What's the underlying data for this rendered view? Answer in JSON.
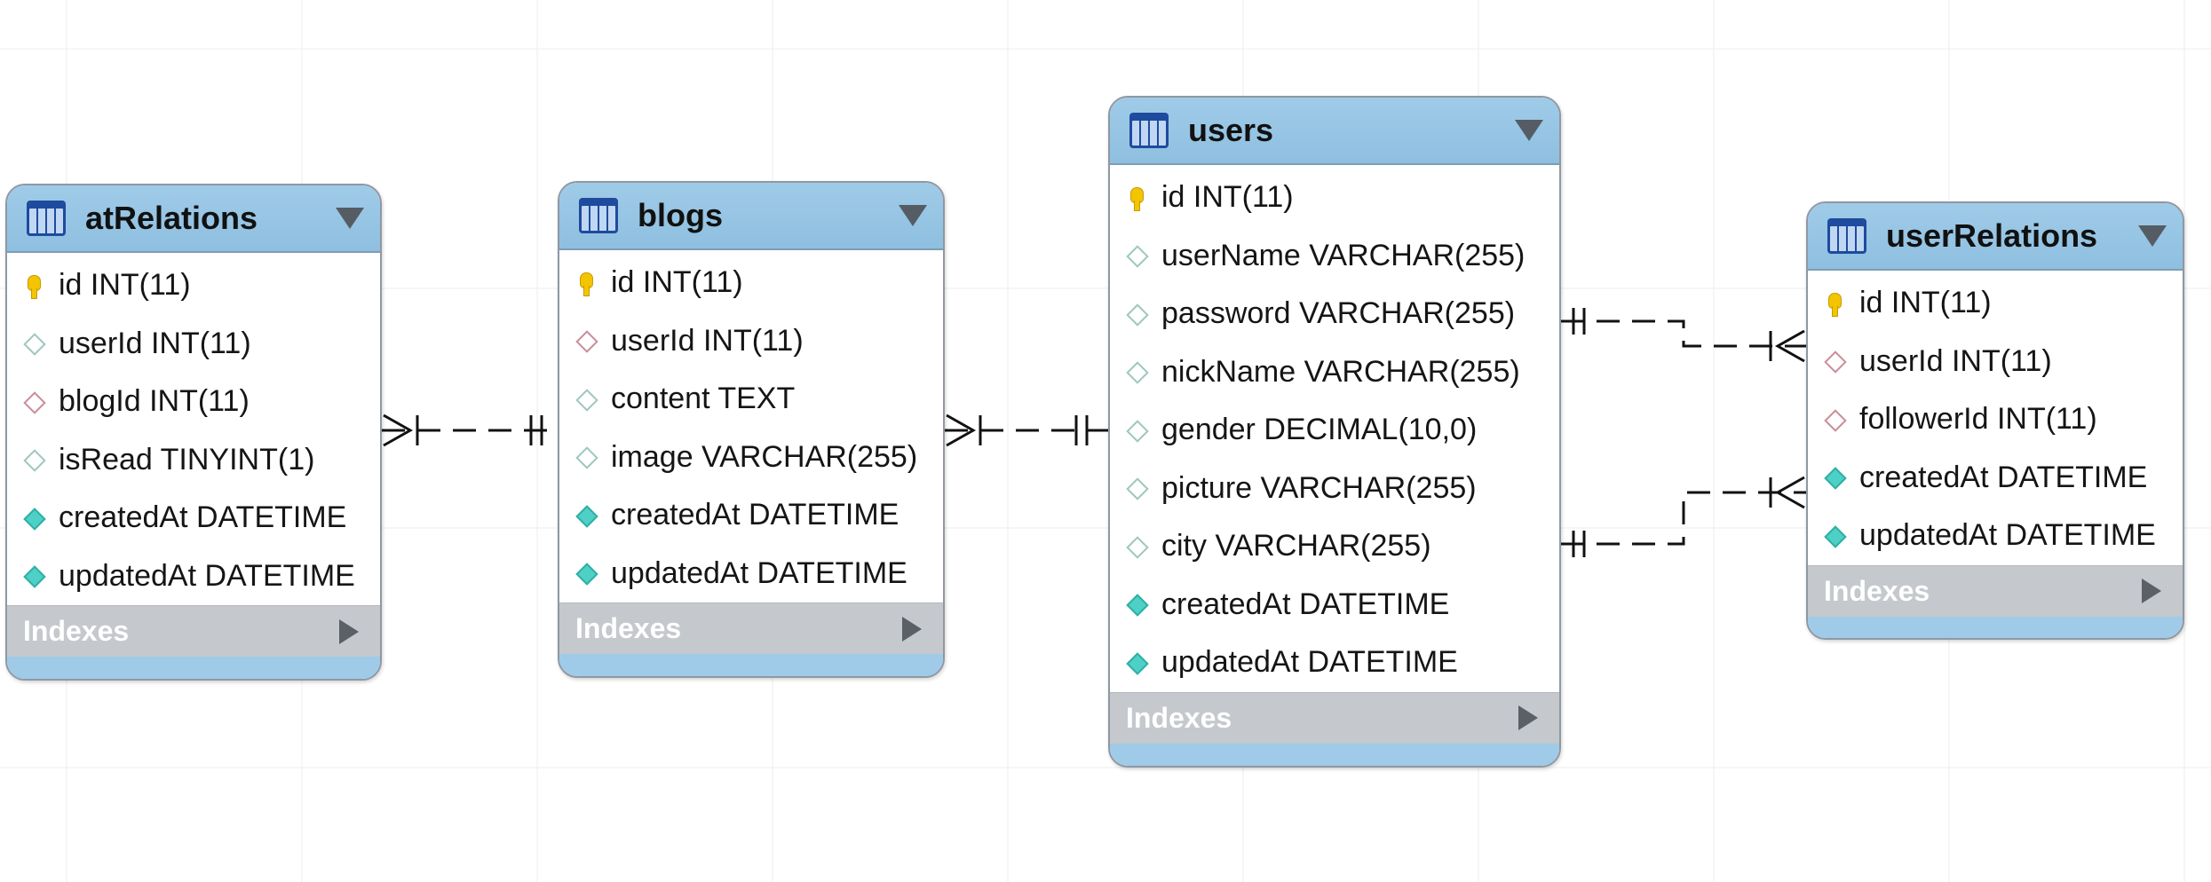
{
  "diagram": {
    "tables": [
      {
        "id": "atRelations",
        "name": "atRelations",
        "columns": [
          {
            "text": "id INT(11)",
            "icon": "primary-key-icon"
          },
          {
            "text": "userId INT(11)",
            "icon": "column-diamond-icon"
          },
          {
            "text": "blogId INT(11)",
            "icon": "foreign-key-diamond-icon"
          },
          {
            "text": "isRead TINYINT(1)",
            "icon": "column-diamond-icon"
          },
          {
            "text": "createdAt DATETIME",
            "icon": "filled-diamond-icon"
          },
          {
            "text": "updatedAt DATETIME",
            "icon": "filled-diamond-icon"
          }
        ],
        "indexes_label": "Indexes"
      },
      {
        "id": "blogs",
        "name": "blogs",
        "columns": [
          {
            "text": "id INT(11)",
            "icon": "primary-key-icon"
          },
          {
            "text": "userId INT(11)",
            "icon": "foreign-key-diamond-icon"
          },
          {
            "text": "content TEXT",
            "icon": "column-diamond-icon"
          },
          {
            "text": "image VARCHAR(255)",
            "icon": "column-diamond-icon"
          },
          {
            "text": "createdAt DATETIME",
            "icon": "filled-diamond-icon"
          },
          {
            "text": "updatedAt DATETIME",
            "icon": "filled-diamond-icon"
          }
        ],
        "indexes_label": "Indexes"
      },
      {
        "id": "users",
        "name": "users",
        "columns": [
          {
            "text": "id INT(11)",
            "icon": "primary-key-icon"
          },
          {
            "text": "userName VARCHAR(255)",
            "icon": "column-diamond-icon"
          },
          {
            "text": "password VARCHAR(255)",
            "icon": "column-diamond-icon"
          },
          {
            "text": "nickName VARCHAR(255)",
            "icon": "column-diamond-icon"
          },
          {
            "text": "gender DECIMAL(10,0)",
            "icon": "column-diamond-icon"
          },
          {
            "text": "picture VARCHAR(255)",
            "icon": "column-diamond-icon"
          },
          {
            "text": "city VARCHAR(255)",
            "icon": "column-diamond-icon"
          },
          {
            "text": "createdAt DATETIME",
            "icon": "filled-diamond-icon"
          },
          {
            "text": "updatedAt DATETIME",
            "icon": "filled-diamond-icon"
          }
        ],
        "indexes_label": "Indexes"
      },
      {
        "id": "userRelations",
        "name": "userRelations",
        "columns": [
          {
            "text": "id INT(11)",
            "icon": "primary-key-icon"
          },
          {
            "text": "userId INT(11)",
            "icon": "foreign-key-diamond-icon"
          },
          {
            "text": "followerId INT(11)",
            "icon": "foreign-key-diamond-icon"
          },
          {
            "text": "createdAt DATETIME",
            "icon": "filled-diamond-icon"
          },
          {
            "text": "updatedAt DATETIME",
            "icon": "filled-diamond-icon"
          }
        ],
        "indexes_label": "Indexes"
      }
    ],
    "relationships": [
      {
        "from": "blogs",
        "to": "atRelations",
        "cardinality": "one-to-many"
      },
      {
        "from": "users",
        "to": "blogs",
        "cardinality": "one-to-many"
      },
      {
        "from": "users",
        "to": "userRelations",
        "cardinality": "one-to-many"
      },
      {
        "from": "users",
        "to": "userRelations",
        "cardinality": "one-to-many"
      }
    ],
    "colors": {
      "header": "#9fcbe8",
      "indexes_bar": "#c5c8cc",
      "relationship_line": "#111111",
      "primary_key": "#f3c500",
      "filled_column": "#4fd0c6"
    },
    "grid": "on"
  }
}
